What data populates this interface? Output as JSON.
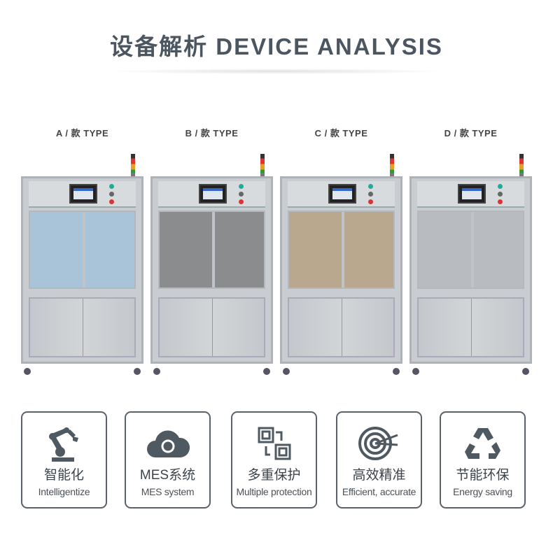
{
  "header": {
    "title": "设备解析 DEVICE ANALYSIS"
  },
  "machines": [
    {
      "label": "A / 款 TYPE",
      "view": "#a9c3d8"
    },
    {
      "label": "B / 款 TYPE",
      "view": "#8a8c8e"
    },
    {
      "label": "C / 款 TYPE",
      "view": "#b9a88e"
    },
    {
      "label": "D / 款 TYPE",
      "view": "#b8bcc0"
    }
  ],
  "features": [
    {
      "cn": "智能化",
      "en": "Intelligentize",
      "icon": "robot-arm-icon"
    },
    {
      "cn": "MES系统",
      "en": "MES system",
      "icon": "cloud-sync-icon"
    },
    {
      "cn": "多重保护",
      "en": "Multiple protection",
      "icon": "chips-icon"
    },
    {
      "cn": "高效精准",
      "en": "Efficient, accurate",
      "icon": "target-icon"
    },
    {
      "cn": "节能环保",
      "en": "Energy saving",
      "icon": "recycle-icon"
    }
  ],
  "colors": {
    "icon": "#4f5961",
    "text": "#3c434a"
  }
}
